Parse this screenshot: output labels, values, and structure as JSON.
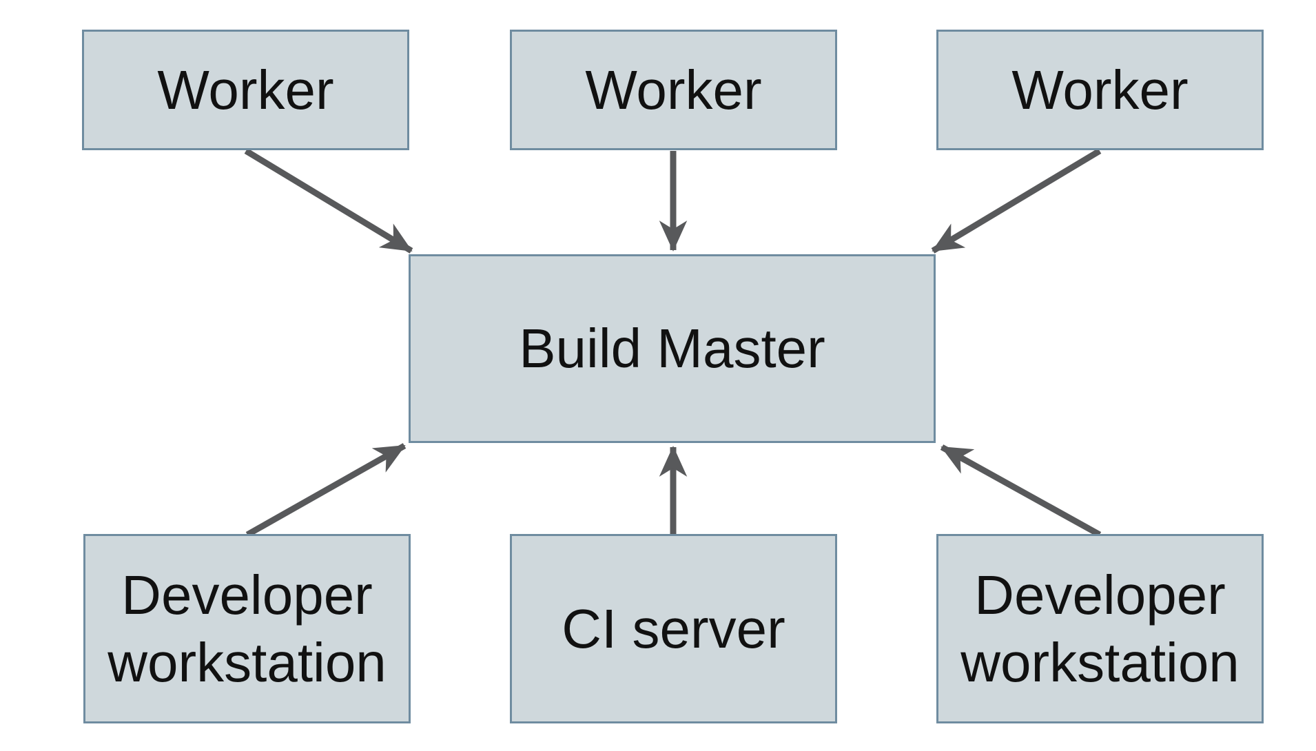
{
  "diagram": {
    "nodes": {
      "worker_1": {
        "label": "Worker"
      },
      "worker_2": {
        "label": "Worker"
      },
      "worker_3": {
        "label": "Worker"
      },
      "build_master": {
        "label": "Build Master"
      },
      "dev_workstation_left": {
        "label": "Developer workstation"
      },
      "ci_server": {
        "label": "CI server"
      },
      "dev_workstation_right": {
        "label": "Developer workstation"
      }
    },
    "edges": [
      {
        "from": "worker_1",
        "to": "build_master"
      },
      {
        "from": "worker_2",
        "to": "build_master"
      },
      {
        "from": "worker_3",
        "to": "build_master"
      },
      {
        "from": "dev_workstation_left",
        "to": "build_master"
      },
      {
        "from": "ci_server",
        "to": "build_master"
      },
      {
        "from": "dev_workstation_right",
        "to": "build_master"
      }
    ],
    "colors": {
      "background": "#FFFFFF",
      "node_fill": "#CFD8DC",
      "node_border": "#6F8CA0",
      "arrow": "#58595B",
      "text": "#111111"
    }
  }
}
